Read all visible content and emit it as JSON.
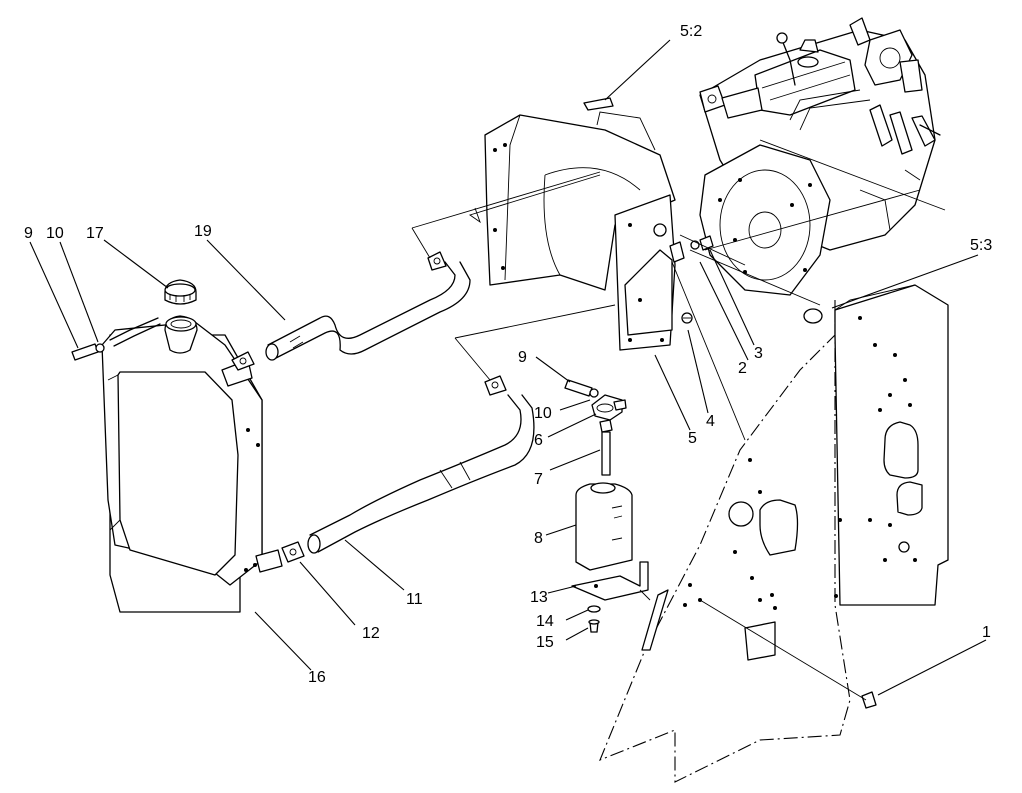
{
  "callouts": {
    "c1": "1",
    "c2": "2",
    "c3": "3",
    "c4": "4",
    "c5": "5",
    "c6": "6",
    "c7": "7",
    "c8": "8",
    "c9a": "9",
    "c9b": "9",
    "c10a": "10",
    "c10b": "10",
    "c11": "11",
    "c12": "12",
    "c13": "13",
    "c14": "14",
    "c15": "15",
    "c16": "16",
    "c17": "17",
    "c19": "19",
    "c52": "5:2",
    "c53": "5:3"
  }
}
